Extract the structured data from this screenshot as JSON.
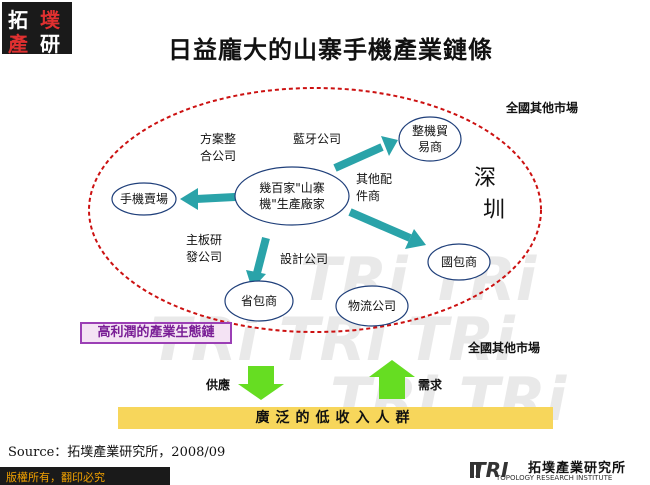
{
  "logo": {
    "chars": [
      "拓",
      "墣",
      "產",
      "研"
    ]
  },
  "title": "日益龐大的山寨手機產業鏈條",
  "labels": {
    "market_top": "全國其他市場",
    "market_bottom": "全國其他市場",
    "shenzhen_1": "深",
    "shenzhen_2": "圳",
    "bluetooth": "藍牙公司",
    "solution_1": "方案整",
    "solution_2": "合公司",
    "mainboard_1": "主板研",
    "mainboard_2": "發公司",
    "design": "設計公司",
    "accessories_1": "其他配",
    "accessories_2": "件商",
    "supply": "供應",
    "demand": "需求"
  },
  "nodes": {
    "center_1": "幾百家\"山寨",
    "center_2": "機\"生產廠家",
    "phone_market": "手機賣場",
    "trader_1": "整機貿",
    "trader_2": "易商",
    "national_pack": "國包商",
    "provincial_pack": "省包商",
    "logistics": "物流公司"
  },
  "ecosystem": "高利潤的產業生態鏈",
  "base": "廣泛的低收入人群",
  "source": "Source：拓墣產業研究所，2008/09",
  "footer": {
    "copyright": "版權所有，翻印必究",
    "org_name": "拓墣產業研究所",
    "org_sub": "TOPOLOGY RESEARCH INSTITUTE",
    "org_logo": "TRI"
  },
  "colors": {
    "arrow_teal": "#2aa3a9",
    "arrow_green": "#66dd22",
    "ellipse_red": "#cc1111",
    "node_border": "#1f3f7a",
    "bar_yellow": "#f7d65b",
    "eco_purple": "#9b3fb5"
  }
}
